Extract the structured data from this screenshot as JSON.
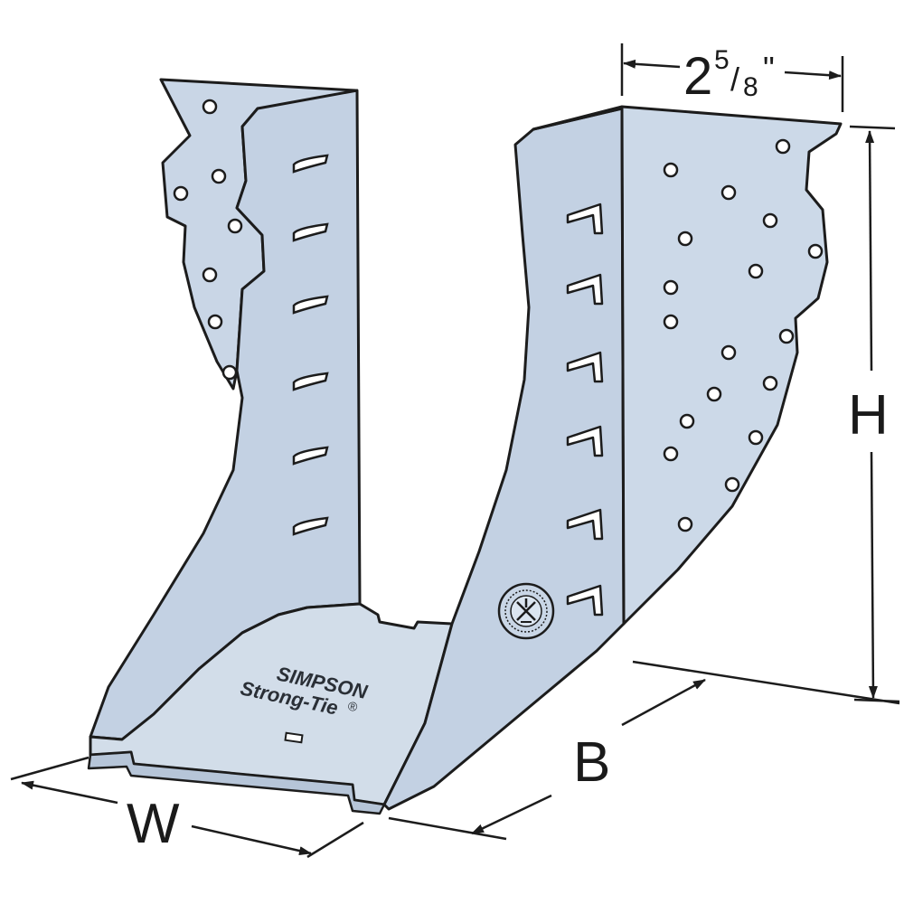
{
  "dimensions": {
    "width_label": "W",
    "height_label": "H",
    "depth_label": "B",
    "top_flange_whole": "2",
    "top_flange_numerator": "5",
    "top_flange_denominator": "8",
    "top_flange_unit": "\""
  },
  "brand": {
    "line1": "SIMPSON",
    "line2": "Strong-Tie",
    "registered_mark": "®"
  },
  "colors": {
    "metal_face": "#c9d6e6",
    "metal_shade": "#b4c4d8",
    "metal_light": "#dbe5f0",
    "outline": "#1c1c1c",
    "dimension_line": "#1c1c1c"
  },
  "icons": {
    "certification_seal": "seal-icon",
    "arrowheads": "arrow-icon"
  }
}
